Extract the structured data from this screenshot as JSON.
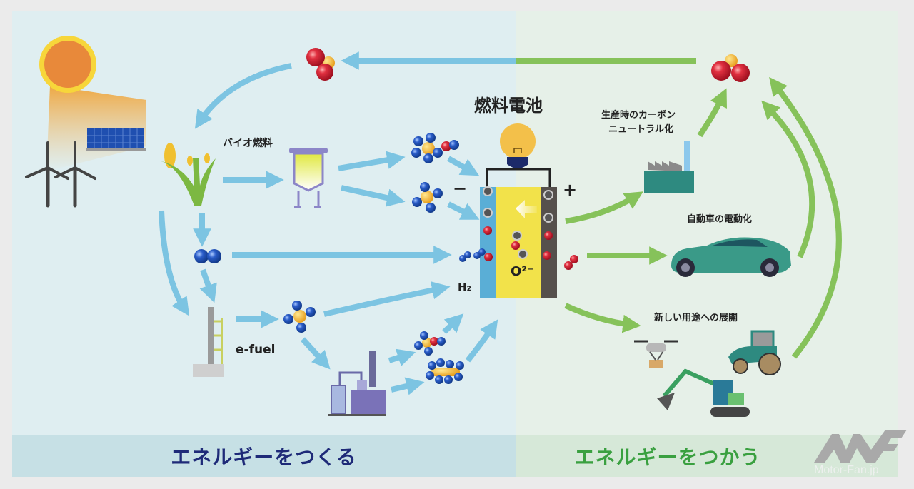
{
  "diagram": {
    "title": "燃料電池",
    "sections": {
      "produce": {
        "label": "エネルギーをつくる",
        "color": "#1e2a78",
        "bg": "#c6e0e5"
      },
      "use": {
        "label": "エネルギーをつかう",
        "color": "#3aa040",
        "bg": "#d6e8d8"
      }
    },
    "labels": {
      "biofuel": "バイオ燃料",
      "efuel": "e-fuel",
      "carbon_neutral_line1": "生産時のカーボン",
      "carbon_neutral_line2": "ニュートラル化",
      "ev": "自動車の電動化",
      "new_uses": "新しい用途への展開",
      "h2": "H₂",
      "o2": "O²⁻",
      "minus": "−",
      "plus": "+"
    },
    "nodes": [
      {
        "id": "sun",
        "icon": "sun-icon"
      },
      {
        "id": "solar-panel",
        "icon": "solar-panel-icon"
      },
      {
        "id": "wind-turbines",
        "icon": "wind-turbine-icon"
      },
      {
        "id": "corn",
        "icon": "corn-plant-icon"
      },
      {
        "id": "bio-reactor",
        "icon": "bioreactor-tank-icon"
      },
      {
        "id": "hydrogen",
        "icon": "hydrogen-molecule-icon"
      },
      {
        "id": "efuel-tower",
        "icon": "synthesis-tower-icon"
      },
      {
        "id": "methane",
        "icon": "methane-molecule-icon"
      },
      {
        "id": "refinery",
        "icon": "refinery-icon"
      },
      {
        "id": "fuel-cell",
        "icon": "fuel-cell-icon"
      },
      {
        "id": "bulb",
        "icon": "light-bulb-icon"
      },
      {
        "id": "factory",
        "icon": "factory-icon"
      },
      {
        "id": "car",
        "icon": "electric-car-icon"
      },
      {
        "id": "drone",
        "icon": "drone-icon"
      },
      {
        "id": "tractor",
        "icon": "tractor-icon"
      },
      {
        "id": "excavator",
        "icon": "excavator-icon"
      },
      {
        "id": "co2-left",
        "icon": "co2-molecule-icon"
      },
      {
        "id": "co2-right",
        "icon": "co2-molecule-icon"
      }
    ],
    "colors": {
      "flow_produce": "#7cc4e2",
      "flow_use": "#86c25a"
    }
  },
  "watermark": {
    "logo": "MF",
    "text": "Motor-Fan.jp"
  }
}
